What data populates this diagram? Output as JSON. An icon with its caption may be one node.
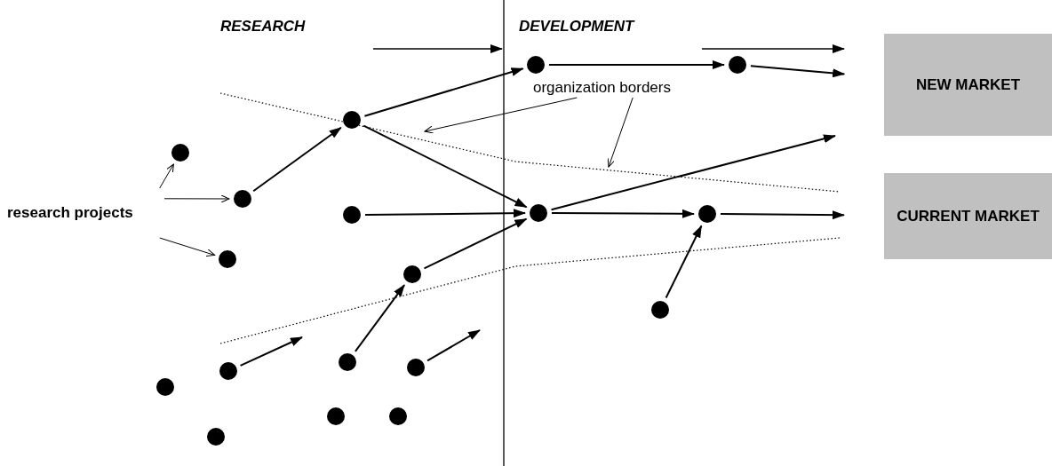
{
  "diagram": {
    "nodes": [
      {
        "text": [],
        "shape": "circle"
      },
      {
        "text": [],
        "shape": "circle"
      },
      {
        "text": [],
        "shape": "circle"
      },
      {
        "text": [],
        "shape": "circle"
      },
      {
        "text": [],
        "shape": "circle"
      },
      {
        "text": [],
        "shape": "circle"
      },
      {
        "text": [],
        "shape": "circle"
      },
      {
        "text": [],
        "shape": "circle"
      },
      {
        "text": [],
        "shape": "circle"
      },
      {
        "text": [],
        "shape": "circle"
      },
      {
        "text": [],
        "shape": "circle"
      },
      {
        "text": [],
        "shape": "circle"
      },
      {
        "text": [],
        "shape": "circle"
      },
      {
        "text": [],
        "shape": "circle"
      },
      {
        "text": [],
        "shape": "circle"
      },
      {
        "text": [],
        "shape": "circle"
      },
      {
        "text": [],
        "shape": "circle"
      },
      {
        "text": [],
        "shape": "circle"
      },
      {
        "text": [
          "research projects"
        ]
      },
      {
        "text": [
          "NEW MARKET"
        ]
      },
      {
        "text": [
          "CURRENT MARKET"
        ]
      },
      {
        "text": [
          "organization borders"
        ]
      }
    ],
    "edges": [
      {
        "from": 18,
        "to": 3,
        "arrow": "to"
      },
      {
        "from": 18,
        "to": 4,
        "arrow": "to"
      },
      {
        "from": 18,
        "to": 8,
        "arrow": "to"
      },
      {
        "from": 4,
        "to": 2,
        "arrow": "to"
      },
      {
        "from": 2,
        "to": 0,
        "arrow": "to"
      },
      {
        "from": 0,
        "to": 1,
        "arrow": "to"
      },
      {
        "from": 1,
        "to": 19,
        "arrow": "to"
      },
      {
        "from": 2,
        "to": 6,
        "arrow": "to"
      },
      {
        "from": 5,
        "to": 6,
        "arrow": "to"
      },
      {
        "from": 6,
        "to": null,
        "arrow": "to"
      },
      {
        "from": 6,
        "to": 7,
        "arrow": "to"
      },
      {
        "from": 7,
        "to": 20,
        "arrow": "to"
      },
      {
        "from": 9,
        "to": 6,
        "arrow": "to"
      },
      {
        "from": 12,
        "to": 9,
        "arrow": "to"
      },
      {
        "from": 10,
        "to": 7,
        "arrow": "to"
      },
      {
        "from": 11,
        "to": null,
        "arrow": "to"
      },
      {
        "from": 13,
        "to": null,
        "arrow": "to"
      },
      {
        "from": 21,
        "to": null,
        "arrow": "to"
      },
      {
        "from": 21,
        "to": null,
        "arrow": "to"
      }
    ],
    "labels": [
      "RESEARCH",
      "DEVELOPMENT"
    ]
  }
}
